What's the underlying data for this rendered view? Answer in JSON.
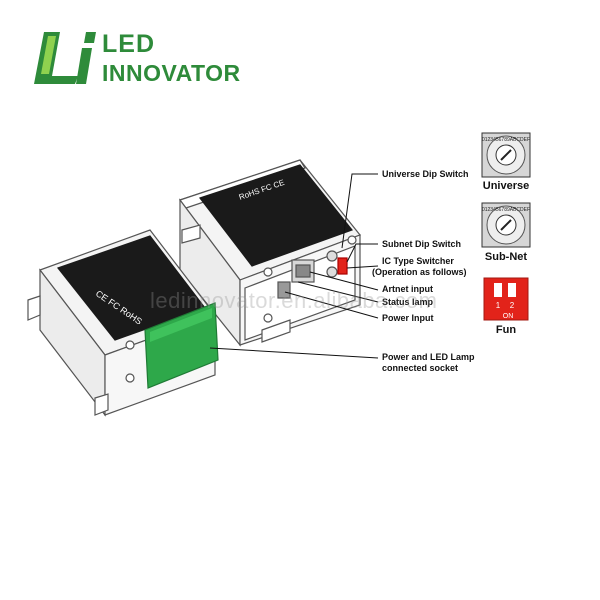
{
  "brand": {
    "mark": "Li",
    "name_line1": "LED",
    "name_line2": "INNOVATOR",
    "color": "#2e8b3a"
  },
  "labels": {
    "universe_dip_switch": "Universe Dip Switch",
    "subnet_dip_switch": "Subnet Dip Switch",
    "ic_type_switcher_1": "IC Type Switcher",
    "ic_type_switcher_2": "(Operation as follows)",
    "artnet_input": "Artnet input",
    "status_lamp": "Status lamp",
    "power_input": "Power Input",
    "socket_1": "Power and LED Lamp",
    "socket_2": "connected socket"
  },
  "dials": {
    "universe": {
      "caption": "Universe",
      "digits": "0123456789ABCDEF"
    },
    "subnet": {
      "caption": "Sub-Net",
      "digits": "0123456789ABCDEF"
    }
  },
  "fun_switch": {
    "caption": "Fun",
    "pos1": "1",
    "pos2": "2",
    "on_label": "ON",
    "color": "#e2231a"
  },
  "device": {
    "front_label_1": "CE FC RoHS",
    "back_label": "RoHS FC CE",
    "connector_color": "#2ea84a"
  },
  "watermark": "ledinnovator.en.alibaba.com"
}
